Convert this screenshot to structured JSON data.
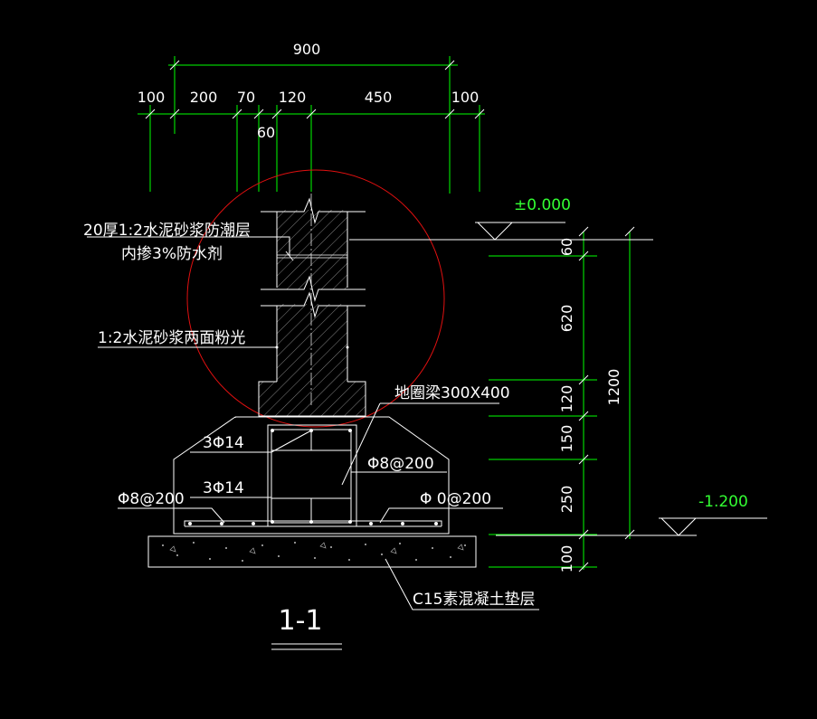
{
  "colors": {
    "background": "#000000",
    "dimension": "#00ff00",
    "outline": "#ffffff",
    "highlight_circle": "#e01010",
    "level_text": "#33ff33"
  },
  "top_dimensions": {
    "overall": "900",
    "d1": "100",
    "d2": "200",
    "d3": "70",
    "d4": "120",
    "d5": "450",
    "d6": "100",
    "d7": "60"
  },
  "right_dimensions": {
    "v1": "60",
    "v2": "620",
    "v3": "120",
    "v4": "150",
    "v5": "250",
    "v6": "100",
    "total": "1200"
  },
  "levels": {
    "ground": "±0.000",
    "bottom": "-1.200"
  },
  "annotations": {
    "damp_course_line1": "20厚1:2水泥砂浆防潮层",
    "damp_course_line2": "内掺3%防水剂",
    "plaster": "1:2水泥砂浆两面粉光",
    "ring_beam": "地圈梁300X400",
    "rebar_top": "3Φ14",
    "rebar_bottom": "3Φ14",
    "stirrup": "Φ8@200",
    "bottom_left": "Φ8@200",
    "bottom_right": "Φ 0@200",
    "cushion": "C15素混凝土垫层"
  },
  "section_label": "1-1"
}
